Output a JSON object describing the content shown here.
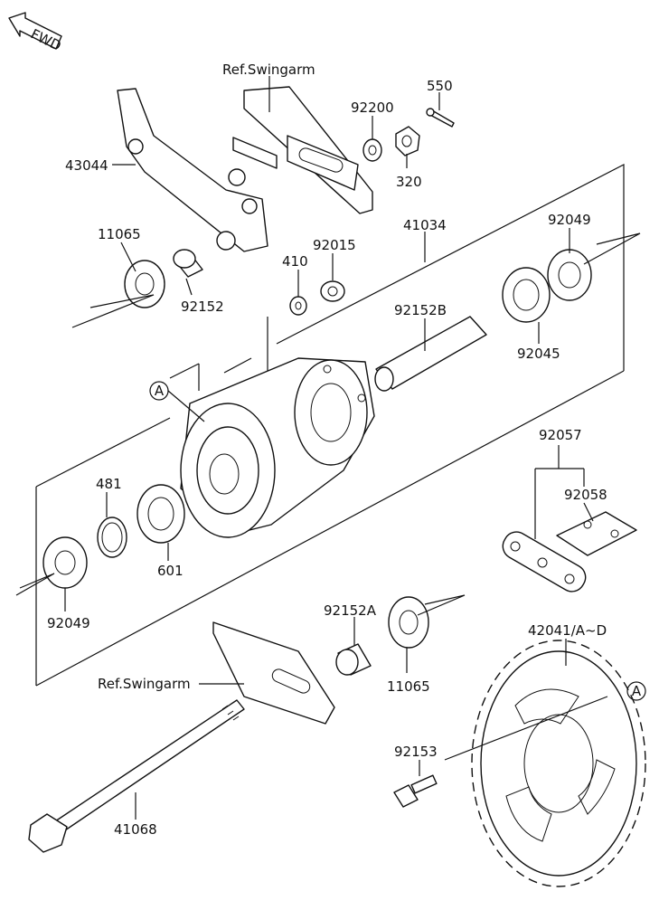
{
  "fwd_label": "FWD",
  "ref_label_top": "Ref.Swingarm",
  "ref_label_bottom": "Ref.Swingarm",
  "marker_label": "A",
  "parts": {
    "p550": "550",
    "p92200": "92200",
    "p320": "320",
    "p43044": "43044",
    "p41034": "41034",
    "p92049_top": "92049",
    "p11065_left": "11065",
    "p92015": "92015",
    "p410": "410",
    "p92152": "92152",
    "p92152B": "92152B",
    "p92045": "92045",
    "p92057": "92057",
    "p92058": "92058",
    "p481": "481",
    "p601": "601",
    "p92049_bottom": "92049",
    "p92152A": "92152A",
    "p11065_right": "11065",
    "p42041": "42041/A~D",
    "p92153": "92153",
    "p41068": "41068"
  }
}
